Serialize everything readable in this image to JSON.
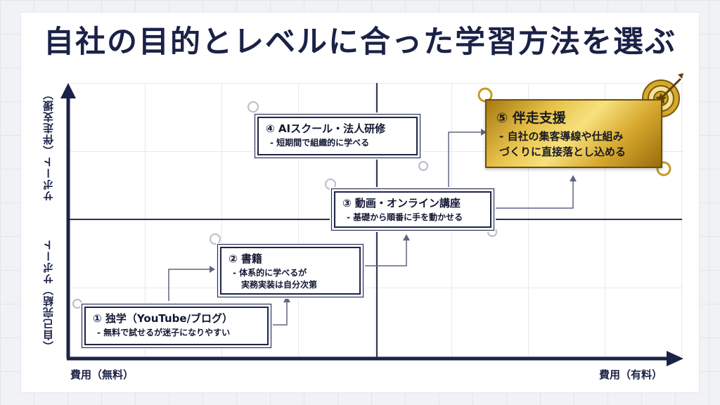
{
  "title": "自社の目的とレベルに合った学習方法を選ぶ",
  "axes": {
    "y_top": "サポート（伴走支援）",
    "y_bottom": "（自己完結）サポート",
    "x_left": "費用（無料）",
    "x_right": "費用（有料）"
  },
  "steps": [
    {
      "title": "① 独学（YouTube/ブログ）",
      "desc": [
        "- 無料で試せるが迷子になりやすい"
      ]
    },
    {
      "title": "② 書籍",
      "desc": [
        "- 体系的に学べるが",
        "実務実装は自分次第"
      ]
    },
    {
      "title": "③ 動画・オンライン講座",
      "desc": [
        "- 基礎から順番に手を動かせる"
      ]
    },
    {
      "title": "④ AIスクール・法人研修",
      "desc": [
        "- 短期間で組織的に学べる"
      ]
    },
    {
      "title": "⑤ 伴走支援",
      "desc": [
        "- 自社の集客導線や仕組み",
        "づくりに直接落とし込める"
      ]
    }
  ],
  "colors": {
    "navy": "#1b2247",
    "gold": "#e7c24a"
  },
  "icons": [
    "target-icon",
    "gear-icon"
  ]
}
